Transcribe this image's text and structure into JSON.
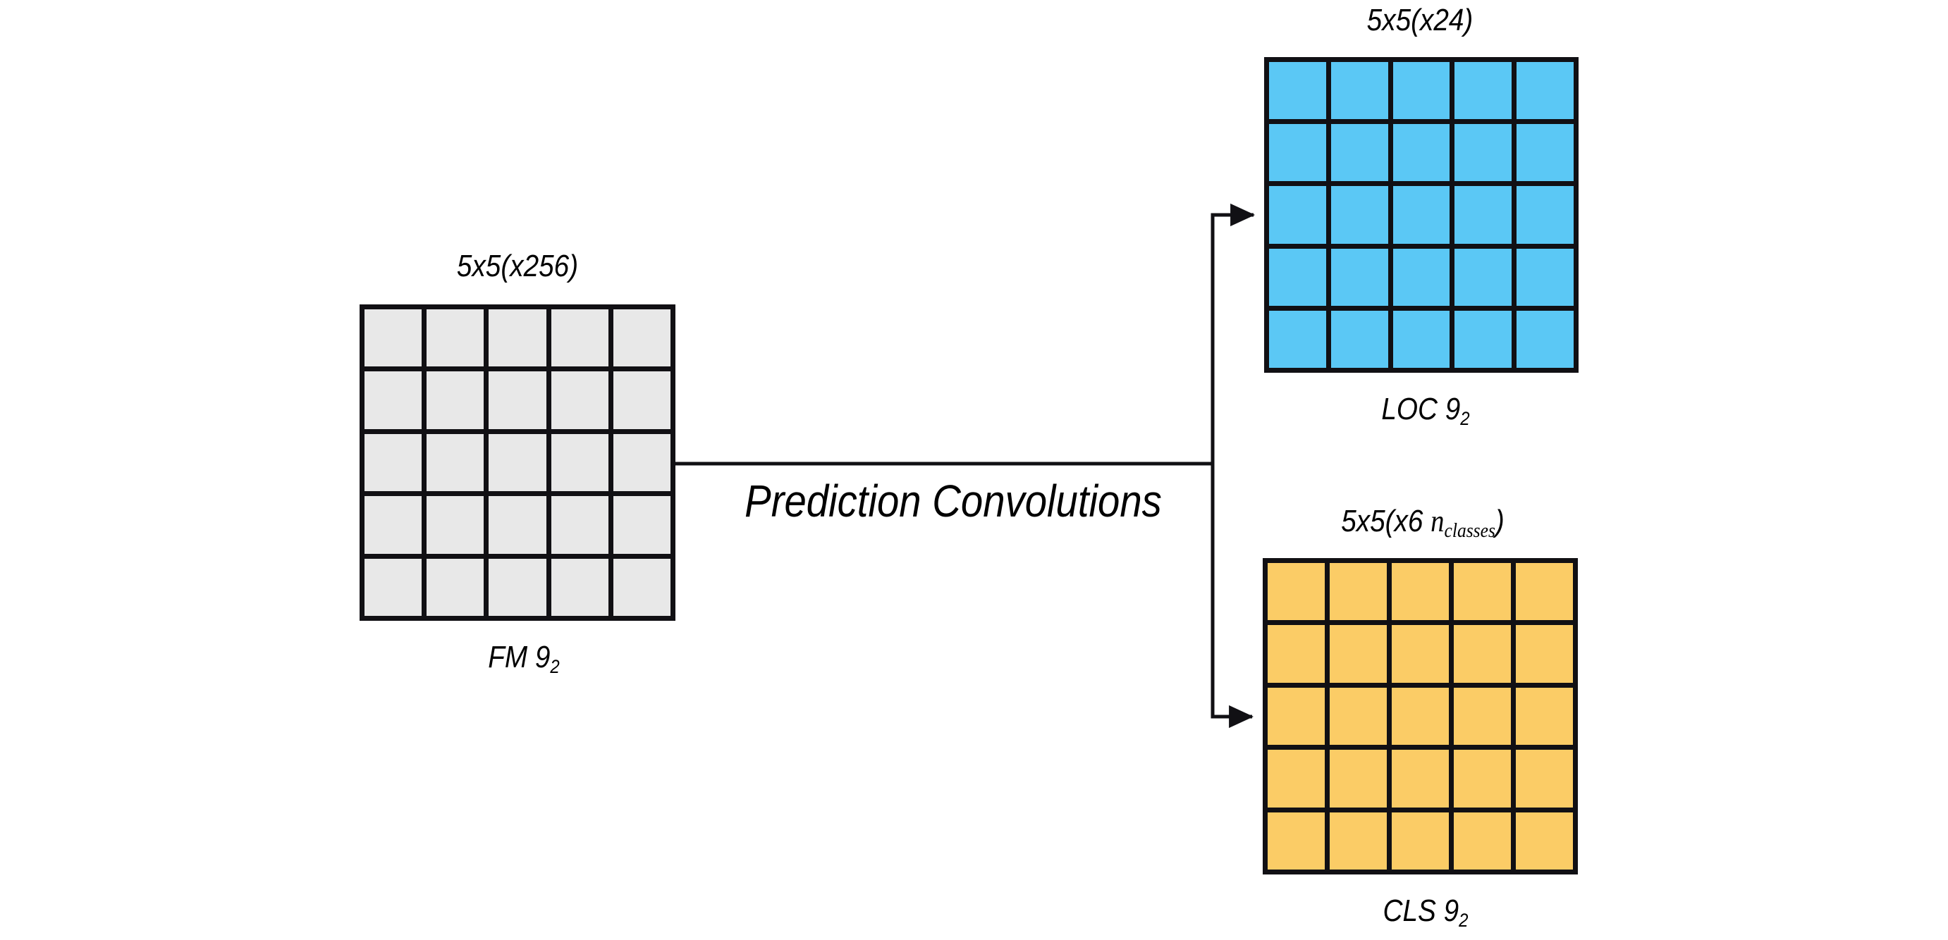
{
  "diagram": {
    "title": "Prediction Convolutions",
    "center_label": "Prediction Convolutions",
    "colors": {
      "feature_map": "#E8E8E8",
      "localization": "#5BC8F5",
      "classification": "#FBCC66",
      "stroke": "#111014",
      "background": "#FFFFFF"
    },
    "blocks": [
      {
        "id": "fm",
        "role": "input-feature-map",
        "shape_label": "5x5(x256)",
        "name_label_prefix": "FM 9",
        "name_label_subscript": "2",
        "grid_rows": 5,
        "grid_cols": 5,
        "fill": "#E8E8E8"
      },
      {
        "id": "loc",
        "role": "localization-predictions",
        "shape_label": "5x5(x24)",
        "name_label_prefix": "LOC 9",
        "name_label_subscript": "2",
        "grid_rows": 5,
        "grid_cols": 5,
        "fill": "#5BC8F5"
      },
      {
        "id": "cls",
        "role": "class-predictions",
        "shape_label_prefix": "5x5(x6 ",
        "shape_label_math": "n",
        "shape_label_math_subscript": "classes",
        "shape_label_suffix": ")",
        "name_label_prefix": "CLS 9",
        "name_label_subscript": "2",
        "grid_rows": 5,
        "grid_cols": 5,
        "fill": "#FBCC66"
      }
    ],
    "connectors": [
      {
        "from": "fm",
        "to": "loc",
        "arrowhead": true
      },
      {
        "from": "fm",
        "to": "cls",
        "arrowhead": true
      }
    ]
  }
}
